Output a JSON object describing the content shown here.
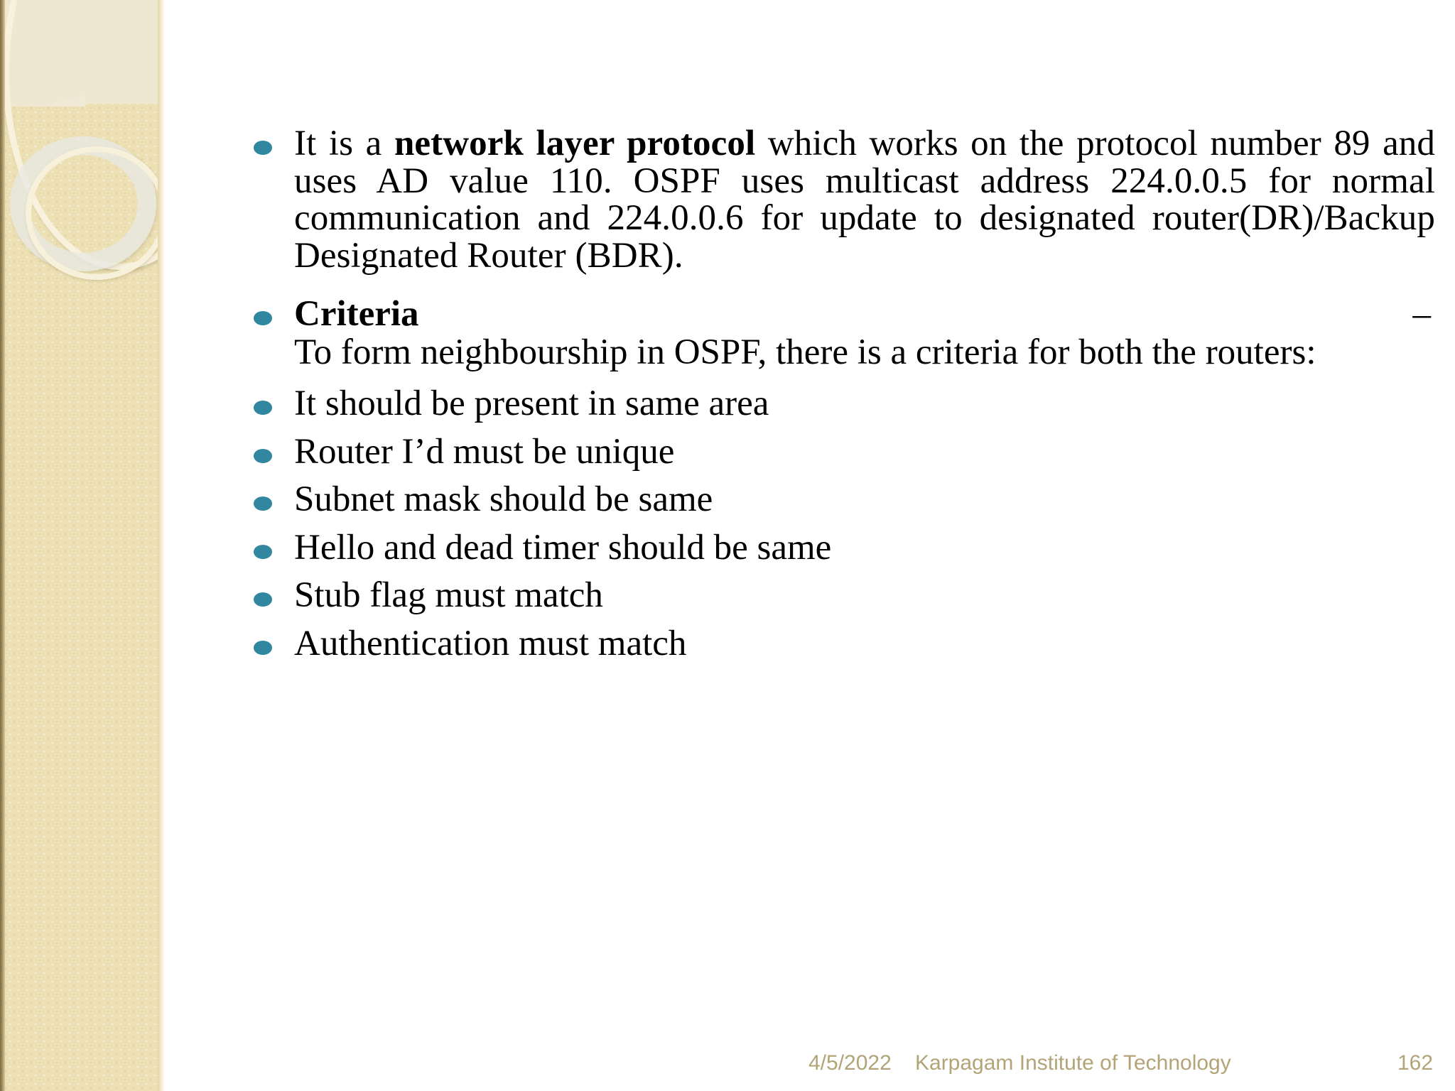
{
  "slide": {
    "accent_color": "#31879f",
    "sidebar_color": "#ece0b4",
    "footer_color": "#b3a477",
    "text_color": "#000000",
    "background_color": "#ffffff"
  },
  "body": {
    "bullet1": {
      "prefix": "It is a ",
      "bold": "network layer protocol",
      "suffix": " which works on the protocol number 89 and uses AD value 110. OSPF uses multicast address 224.0.0.5 for normal communication and 224.0.0.6 for update to designated router(DR)/Backup Designated Router (BDR).",
      "lines": [
        "It is a network layer protocol which works on the protocol",
        "number 89 and uses AD value 110. OSPF uses multicast",
        "address 224.0.0.5 for normal communication and 224.0.0.6",
        "for update to designated router(DR)/Backup Designated",
        "Router (BDR)."
      ]
    },
    "bullet2": {
      "heading": "Criteria",
      "dash": "–",
      "description": "To form neighbourship in OSPF, there is a criteria for both the routers:",
      "lines": [
        "To form neighbourship in OSPF, there is a criteria for both",
        "the routers:"
      ]
    },
    "criteria_items": [
      "It should be present in same area",
      "Router I’d must be unique",
      "Subnet mask should be same",
      "Hello and dead timer should be same",
      "Stub flag must match",
      "Authentication must match"
    ]
  },
  "footer": {
    "date": "4/5/2022",
    "organization": "Karpagam Institute of Technology",
    "page_number": "162"
  }
}
